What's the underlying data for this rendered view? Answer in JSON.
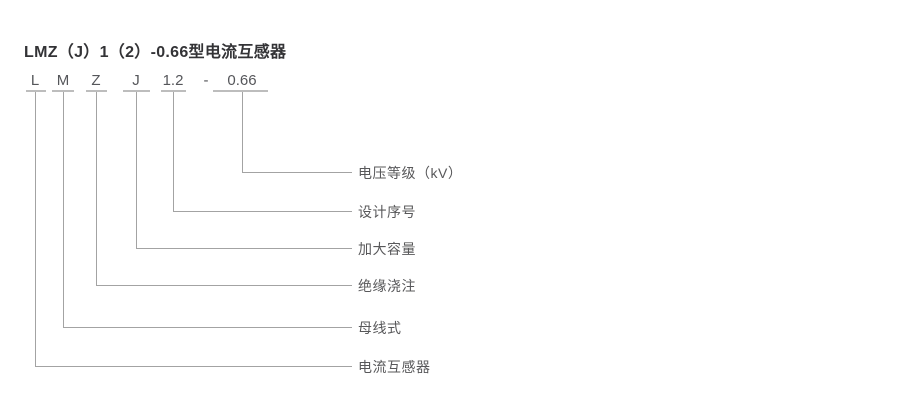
{
  "title": "LMZ（J）1（2）-0.66型电流互感器",
  "diagram": {
    "code_separator": "-",
    "segments": [
      {
        "char": "L",
        "label": "电流互感器"
      },
      {
        "char": "M",
        "label": "母线式"
      },
      {
        "char": "Z",
        "label": "绝缘浇注"
      },
      {
        "char": "J",
        "label": "加大容量"
      },
      {
        "char": "1.2",
        "label": "设计序号"
      },
      {
        "char": "0.66",
        "label": "电压等级（kV）"
      }
    ],
    "colors": {
      "background": "#ffffff",
      "title_text": "#333336",
      "code_text": "#55565a",
      "label_text": "#58585a",
      "underline": "#bdbdbd",
      "connector_line": "#a3a3a3"
    }
  }
}
